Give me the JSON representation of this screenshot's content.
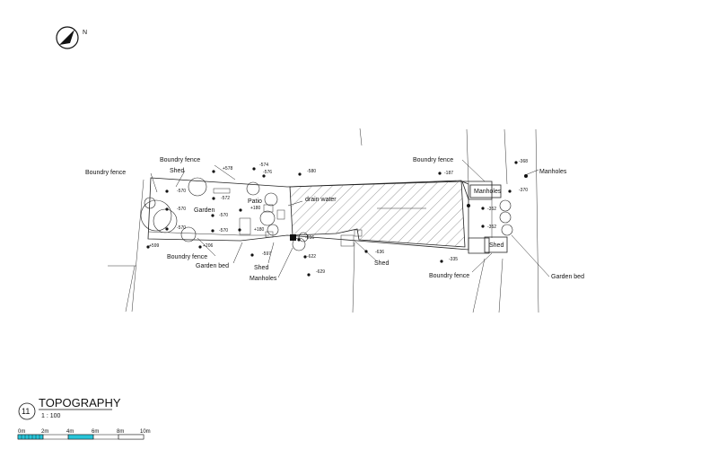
{
  "north": {
    "letter": "N"
  },
  "labels": {
    "boundry_fence_left": "Boundry fence",
    "boundry_fence_top": "Boundry fence",
    "shed_top_left": "Shed",
    "garden": "Garden",
    "patio": "Patio",
    "drain_water": "drain water",
    "boundry_fence_bottom": "Boundry fence",
    "garden_bed_bottom": "Garden bed",
    "shed_bottom": "Shed",
    "manholes_bottom": "Manholes",
    "shed_mid": "Shed",
    "boundry_fence_top_right": "Boundry fence",
    "manholes_box": "Manholes",
    "manholes_right": "Manholes",
    "shed_box": "Shed",
    "boundry_fence_bottom_right": "Boundry fence",
    "garden_bed_right": "Garden bed"
  },
  "levels": {
    "l578": "+578",
    "l574": "-574",
    "l576": "-576",
    "l580": "-580",
    "l570a": "-570",
    "l572": "-572",
    "l570b": "-570",
    "l180a": "+180",
    "l570c": "-570",
    "l570d": "-570",
    "l180b": "+180",
    "l570e": "-570",
    "l599": "+599",
    "l206": "+206",
    "l597": "-597",
    "l616": "-616",
    "l622": "-622",
    "l629": "-629",
    "l636": "-636",
    "l187": "-187",
    "l368": "-368",
    "l370": "-370",
    "l352a": "-352",
    "l352b": "-352",
    "l335": "-335"
  },
  "title": {
    "number": "11",
    "name": "TOPOGRAPHY",
    "scale": "1 : 100"
  },
  "scale_bar": {
    "ticks": [
      "0m",
      "2m",
      "4m",
      "6m",
      "8m",
      "10m"
    ],
    "color": "#29c4d8"
  }
}
